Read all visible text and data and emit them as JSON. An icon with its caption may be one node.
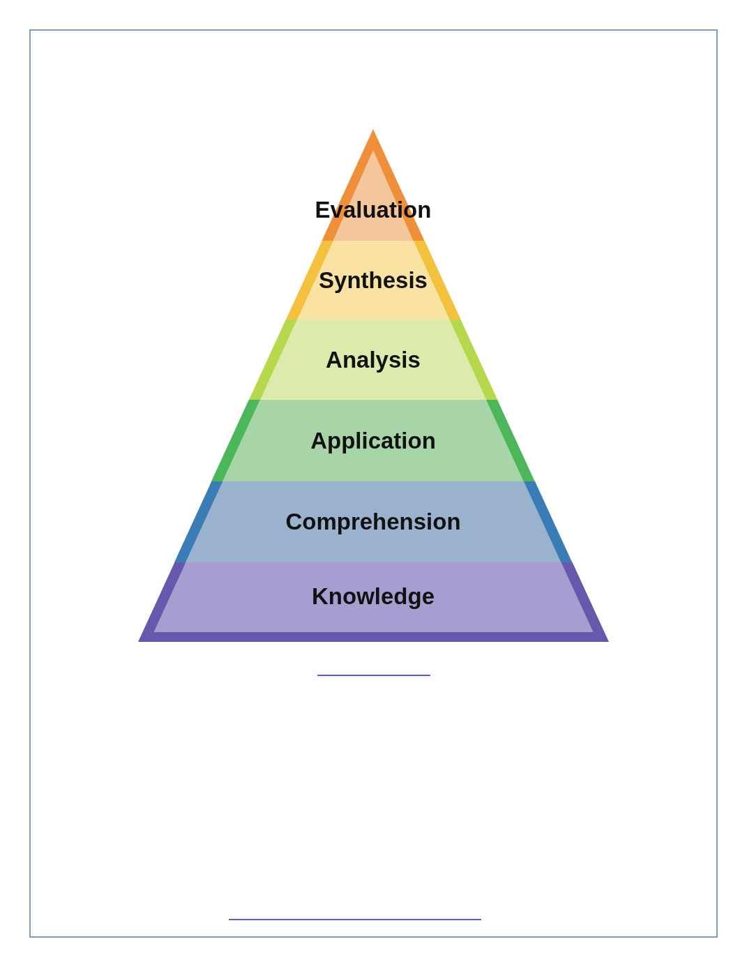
{
  "diagram": {
    "nodes": [
      {
        "text": [
          "Evaluation"
        ]
      },
      {
        "text": [
          "Synthesis"
        ]
      },
      {
        "text": [
          "Analysis"
        ]
      },
      {
        "text": [
          "Application"
        ]
      },
      {
        "text": [
          "Comprehension"
        ]
      },
      {
        "text": [
          "Knowledge"
        ]
      }
    ]
  }
}
